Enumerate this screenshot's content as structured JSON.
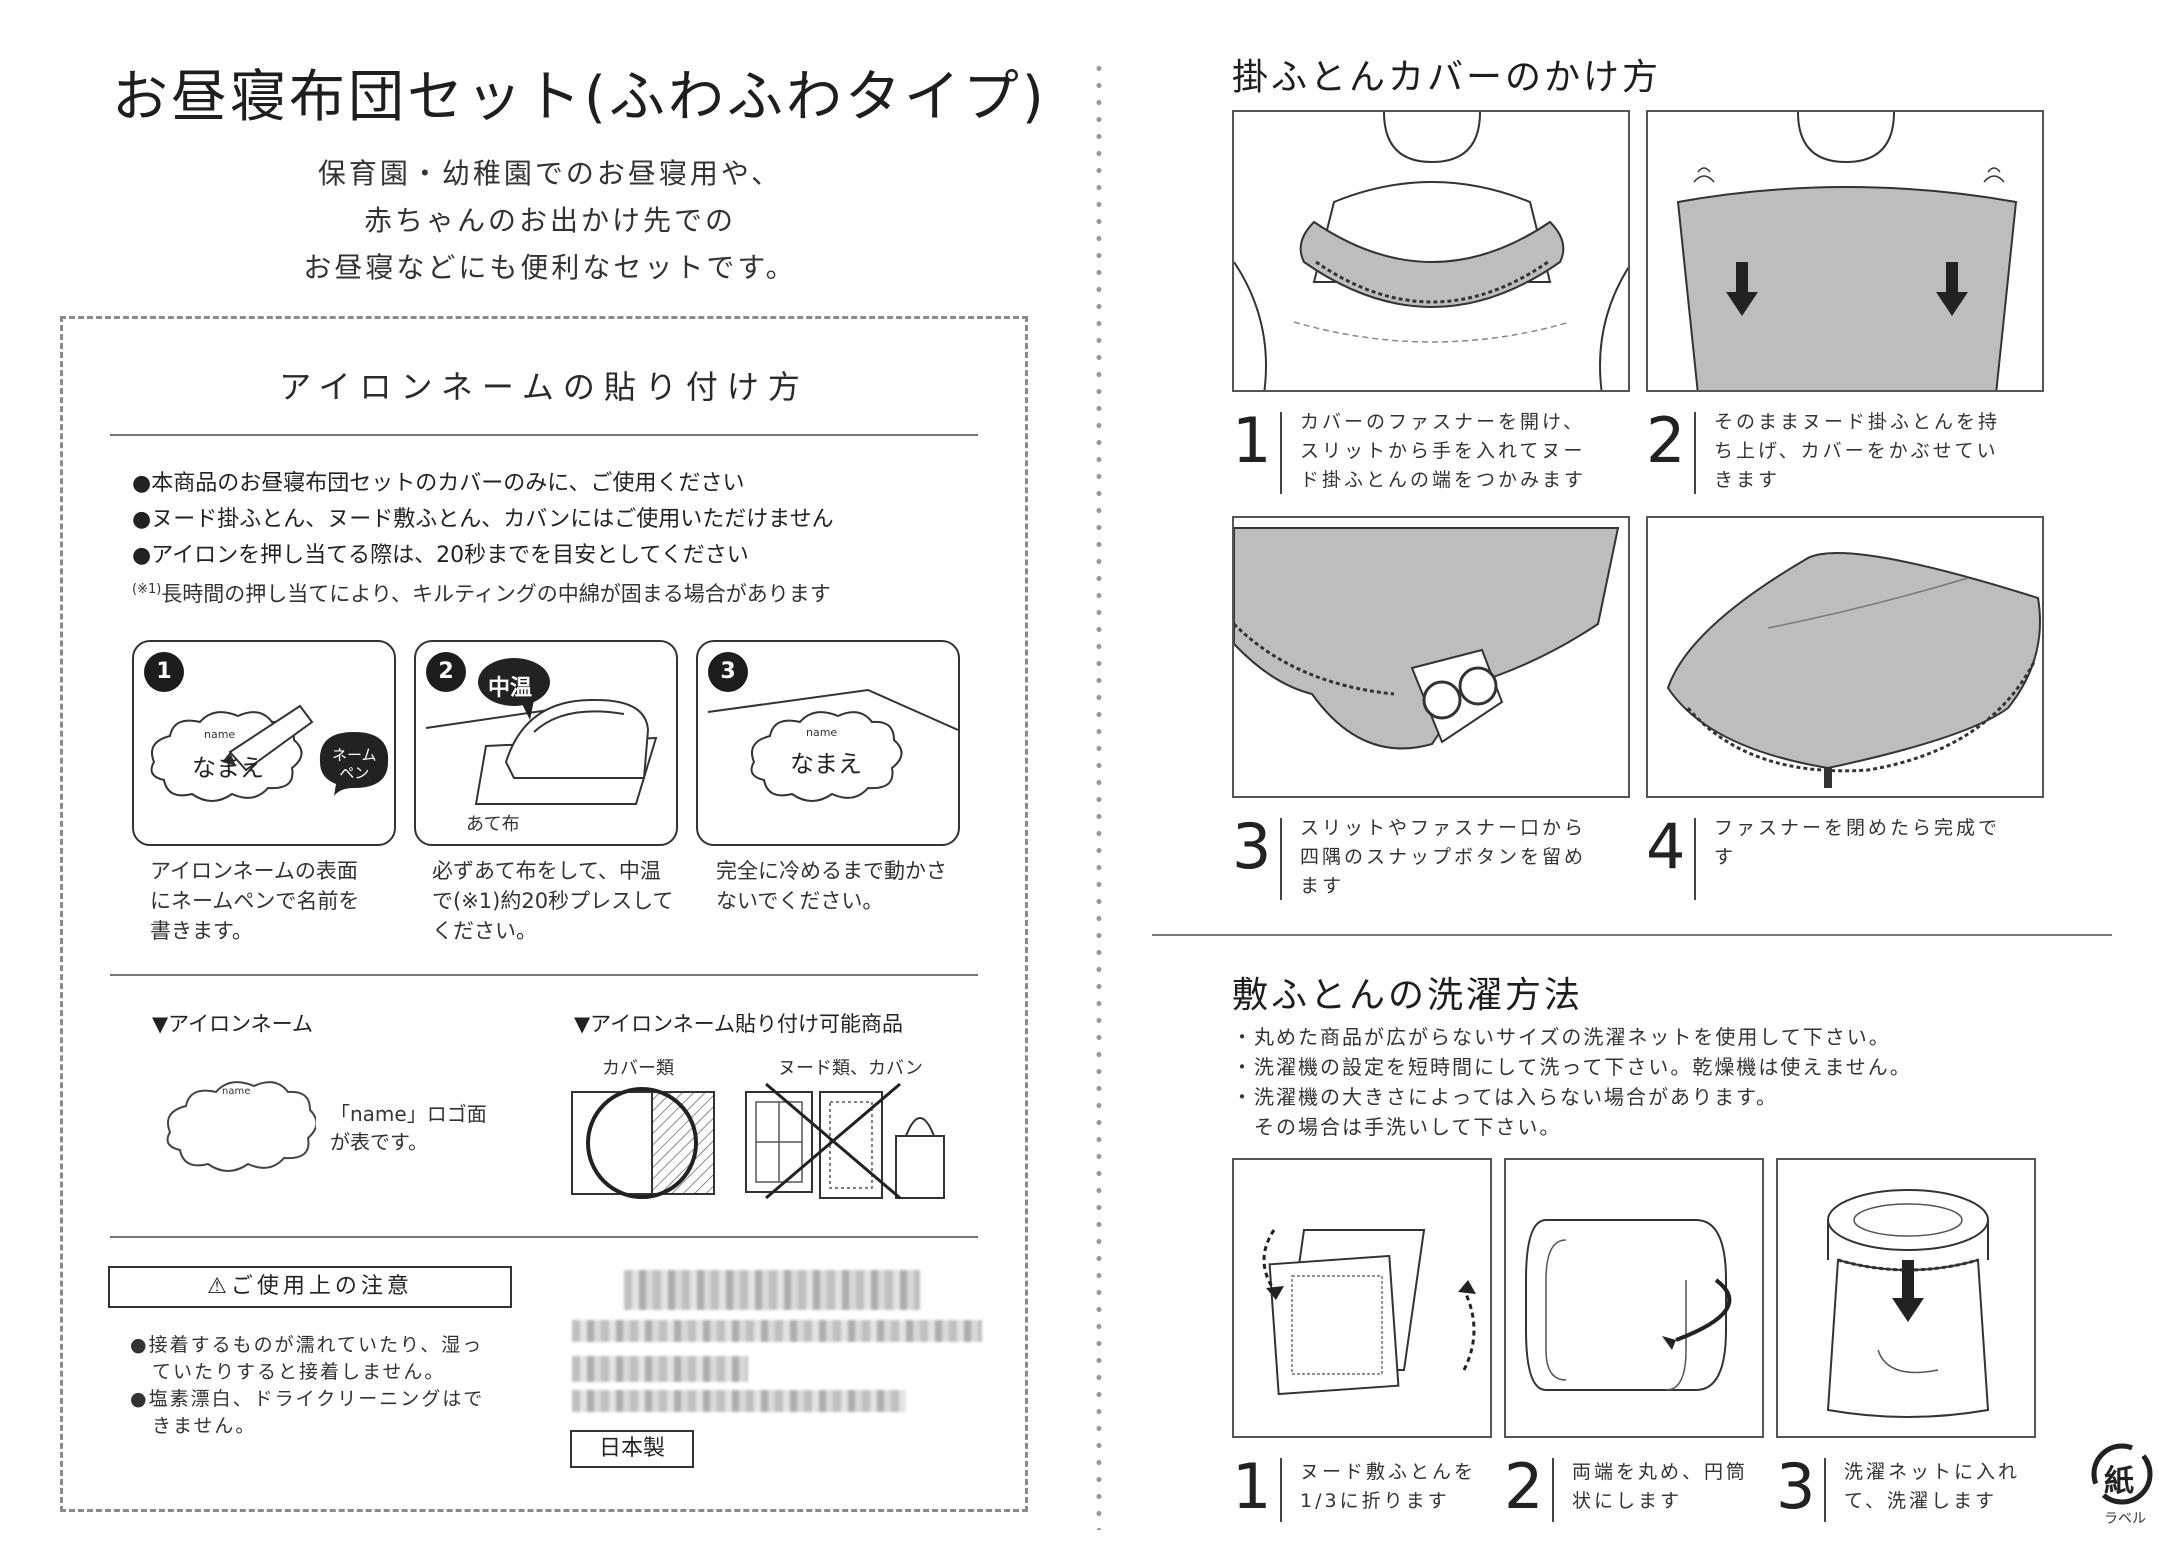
{
  "left": {
    "title": "お昼寝布団セット(ふわふわタイプ)",
    "intro": [
      "保育園・幼稚園でのお昼寝用や、",
      "赤ちゃんのお出かけ先での",
      "お昼寝などにも便利なセットです。"
    ],
    "iron_section": {
      "heading": "アイロンネームの貼り付け方",
      "rules": [
        "●本商品のお昼寝布団セットのカバーのみに、ご使用ください",
        "●ヌード掛ふとん、ヌード敷ふとん、カバンにはご使用いただけません",
        "●アイロンを押し当てる際は、20秒までを目安としてください"
      ],
      "note_mark": "(※1)",
      "note": "長時間の押し当てにより、キルティングの中綿が固まる場合があります",
      "steps": [
        {
          "num": "1",
          "name_tag": "name",
          "written": "なまえ",
          "pen_label_1": "ネーム",
          "pen_label_2": "ペン",
          "caption": [
            "アイロンネームの表面",
            "にネームペンで名前を",
            "書きます。"
          ]
        },
        {
          "num": "2",
          "badge": "中温",
          "cloth_label": "あて布",
          "caption": [
            "必ずあて布をして、中温",
            "で(※1)約20秒プレスして",
            "ください。"
          ]
        },
        {
          "num": "3",
          "name_tag": "name",
          "written": "なまえ",
          "caption": [
            "完全に冷めるまで動かさ",
            "ないでください。"
          ]
        }
      ],
      "iron_name_label": "▼アイロンネーム",
      "iron_name_tag": "name",
      "iron_name_note": [
        "「name」ロゴ面",
        "が表です。"
      ],
      "applicable_label": "▼アイロンネーム貼り付け可能商品",
      "cover_label": "カバー類",
      "nude_label": "ヌード類、カバン"
    },
    "caution": {
      "title": "⚠ご使用上の注意",
      "items": [
        [
          "●接着するものが濡れていたり、湿っ",
          "ていたりすると接着しません。"
        ],
        [
          "●塩素漂白、ドライクリーニングはで",
          "きません。"
        ]
      ]
    },
    "made_in": "日本製"
  },
  "right": {
    "cover_heading": "掛ふとんカバーのかけ方",
    "cover_steps": [
      {
        "num": "1",
        "text": [
          "カバーのファスナーを開け、",
          "スリットから手を入れてヌー",
          "ド掛ふとんの端をつかみます"
        ]
      },
      {
        "num": "2",
        "text": [
          "そのままヌード掛ふとんを持",
          "ち上げ、カバーをかぶせてい",
          "きます"
        ]
      },
      {
        "num": "3",
        "text": [
          "スリットやファスナー口から",
          "四隅のスナップボタンを留め",
          "ます"
        ]
      },
      {
        "num": "4",
        "text": [
          "ファスナーを閉めたら完成で",
          "す"
        ]
      }
    ],
    "wash_heading": "敷ふとんの洗濯方法",
    "wash_notes": [
      "・丸めた商品が広がらないサイズの洗濯ネットを使用して下さい。",
      "・洗濯機の設定を短時間にして洗って下さい。乾燥機は使えません。",
      "・洗濯機の大きさによっては入らない場合があります。",
      "　その場合は手洗いして下さい。"
    ],
    "wash_steps": [
      {
        "num": "1",
        "text": [
          "ヌード敷ふとんを",
          "1/3に折ります"
        ]
      },
      {
        "num": "2",
        "text": [
          "両端を丸め、円筒",
          "状にします"
        ]
      },
      {
        "num": "3",
        "text": [
          "洗濯ネットに入れ",
          "て、洗濯します"
        ]
      }
    ],
    "recycle_mark": "紙",
    "recycle_label": "ラベル"
  }
}
